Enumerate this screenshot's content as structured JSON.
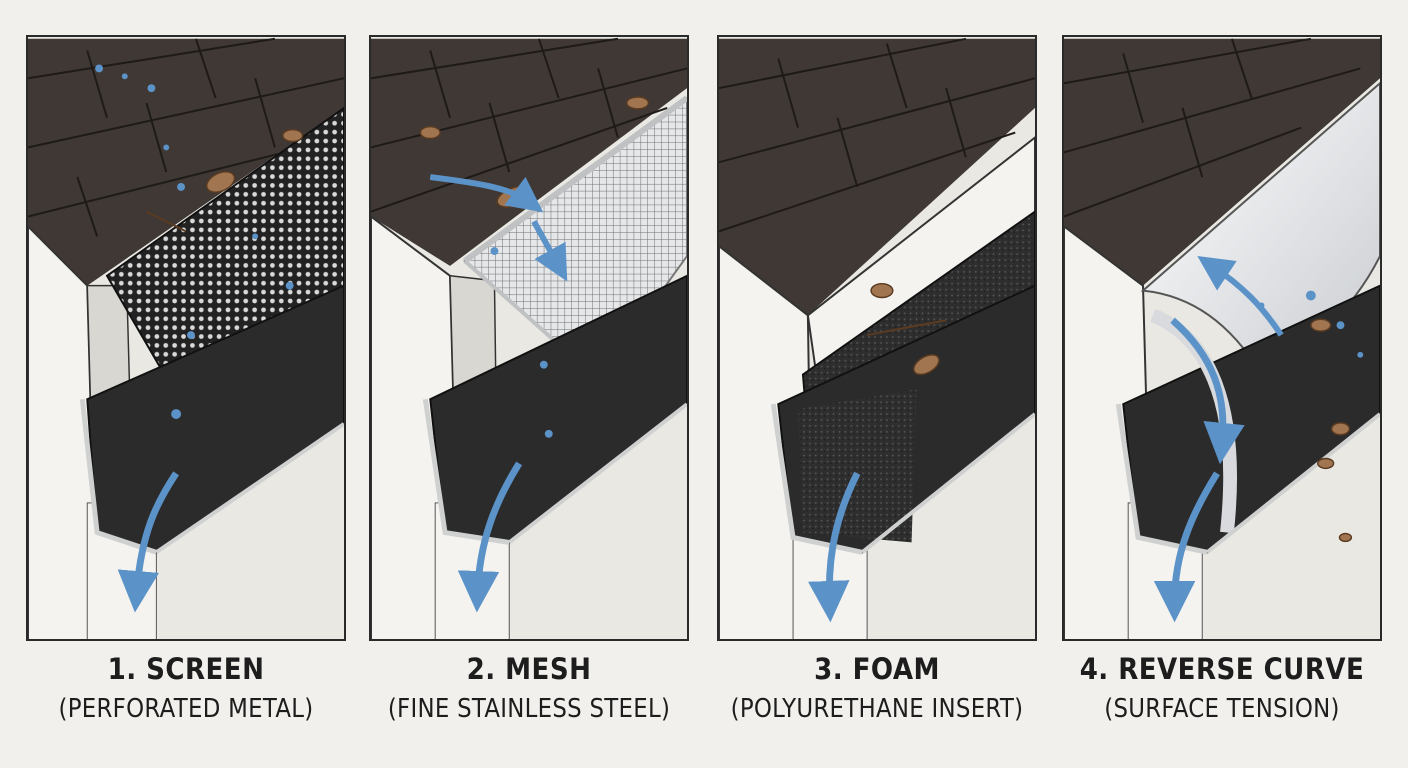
{
  "panels": [
    {
      "title": "1. SCREEN",
      "subtitle": "(PERFORATED METAL)"
    },
    {
      "title": "2. MESH",
      "subtitle": "(FINE STAINLESS STEEL)"
    },
    {
      "title": "3. FOAM",
      "subtitle": "(POLYURETHANE INSERT)"
    },
    {
      "title": "4. REVERSE CURVE",
      "subtitle": "(SURFACE TENSION)"
    }
  ],
  "colors": {
    "shingle": "#3f3834",
    "shingle_line": "#1e1a18",
    "fascia": "#f4f3ef",
    "gutter": "#2b2b2b",
    "gutter_rim": "#cfd0d0",
    "water": "#5b93c9",
    "leaf": "#a07550",
    "foam": "#2a2a2a",
    "mesh": "#d6d8da",
    "guard": "#e7e9ec"
  },
  "icons": [
    "water-arrow-icon",
    "water-drop-icon",
    "leaf-icon"
  ]
}
